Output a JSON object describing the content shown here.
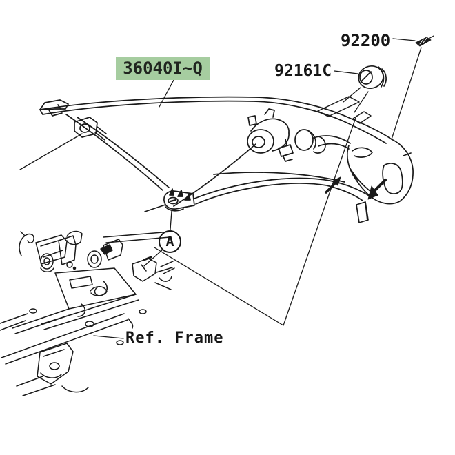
{
  "labels": {
    "main_part": "36040I~Q",
    "grommet_part": "92161C",
    "screw_part": "92200",
    "frame_ref": "Ref. Frame",
    "detail_marker": "A"
  },
  "colors": {
    "background": "#ffffff",
    "line_art": "#1a1a1a",
    "highlight_green": "#a6cda0",
    "label_text": "#161616"
  },
  "icons": {
    "grommet": "grommet-icon",
    "screw": "screw-icon"
  }
}
